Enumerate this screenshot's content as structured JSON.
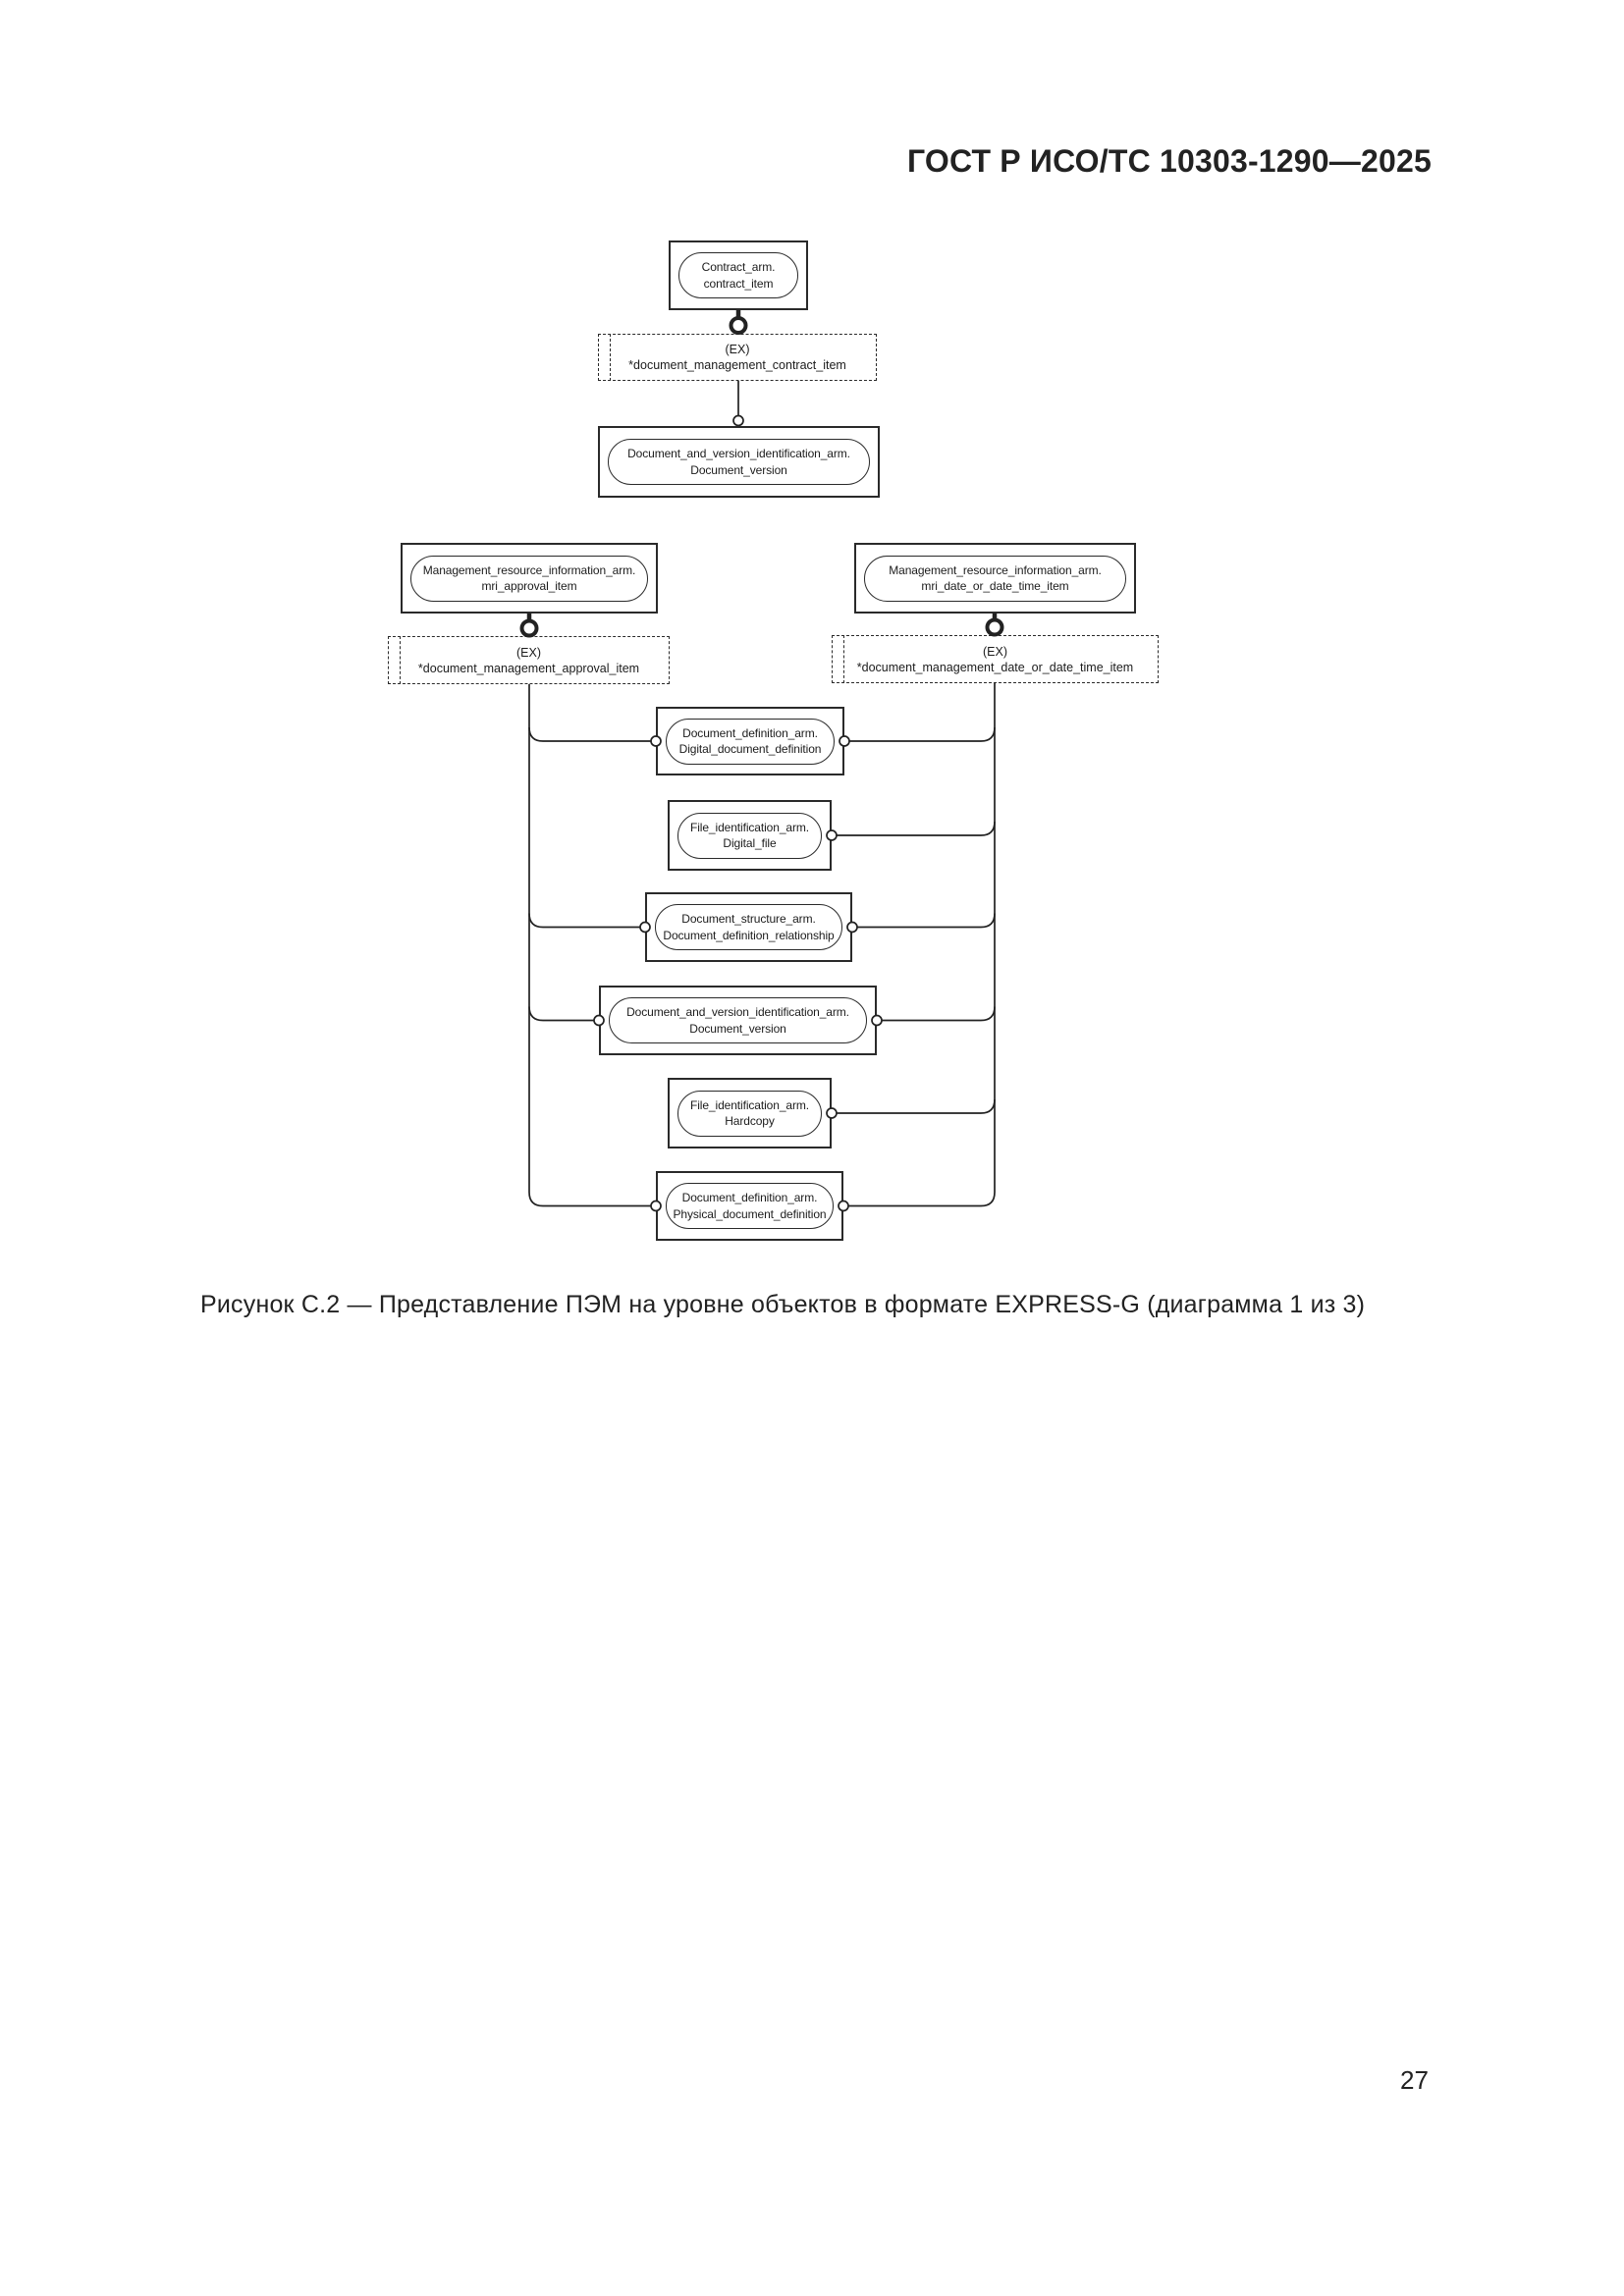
{
  "page": {
    "header": "ГОСТ Р ИСО/ТС 10303-1290—2025",
    "caption": "Рисунок С.2 — Представление ПЭМ на уровне объектов в формате EXPRESS-G (диаграмма 1 из 3)",
    "page_number": "27"
  },
  "diagram": {
    "colors": {
      "line": "#222222",
      "text": "#1c1c1c",
      "background": "#ffffff"
    },
    "nodes": {
      "contract_item": {
        "line1": "Contract_arm.",
        "line2": "contract_item"
      },
      "ref_contract": {
        "tag": "(EX)",
        "name": "*document_management_contract_item"
      },
      "document_version_top": {
        "line1": "Document_and_version_identification_arm.",
        "line2": "Document_version"
      },
      "mri_approval_item": {
        "line1": "Management_resource_information_arm.",
        "line2": "mri_approval_item"
      },
      "ref_approval": {
        "tag": "(EX)",
        "name": "*document_management_approval_item"
      },
      "mri_date_or_date_time_item": {
        "line1": "Management_resource_information_arm.",
        "line2": "mri_date_or_date_time_item"
      },
      "ref_date_or_date_time": {
        "tag": "(EX)",
        "name": "*document_management_date_or_date_time_item"
      },
      "digital_document_definition": {
        "line1": "Document_definition_arm.",
        "line2": "Digital_document_definition"
      },
      "digital_file": {
        "line1": "File_identification_arm.",
        "line2": "Digital_file"
      },
      "document_definition_relationship": {
        "line1": "Document_structure_arm.",
        "line2": "Document_definition_relationship"
      },
      "document_version": {
        "line1": "Document_and_version_identification_arm.",
        "line2": "Document_version"
      },
      "hardcopy": {
        "line1": "File_identification_arm.",
        "line2": "Hardcopy"
      },
      "physical_document_definition": {
        "line1": "Document_definition_arm.",
        "line2": "Physical_document_definition"
      }
    }
  }
}
